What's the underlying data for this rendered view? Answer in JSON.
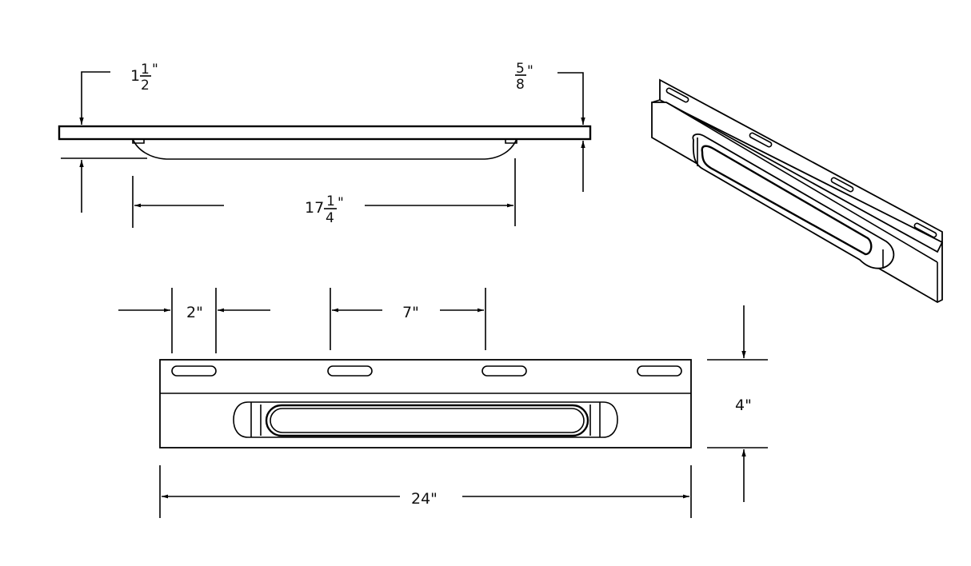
{
  "dimensions": {
    "height_whole": "1",
    "height_num": "1",
    "height_den": "2",
    "thickness_num": "5",
    "thickness_den": "8",
    "lens_whole": "17",
    "lens_num": "1",
    "lens_den": "4",
    "inch_mark": "\"",
    "slot_edge": "2\"",
    "slot_spacing": "7\"",
    "width": "4\"",
    "length": "24\""
  },
  "colors": {
    "line": "#000000",
    "background": "#ffffff"
  }
}
